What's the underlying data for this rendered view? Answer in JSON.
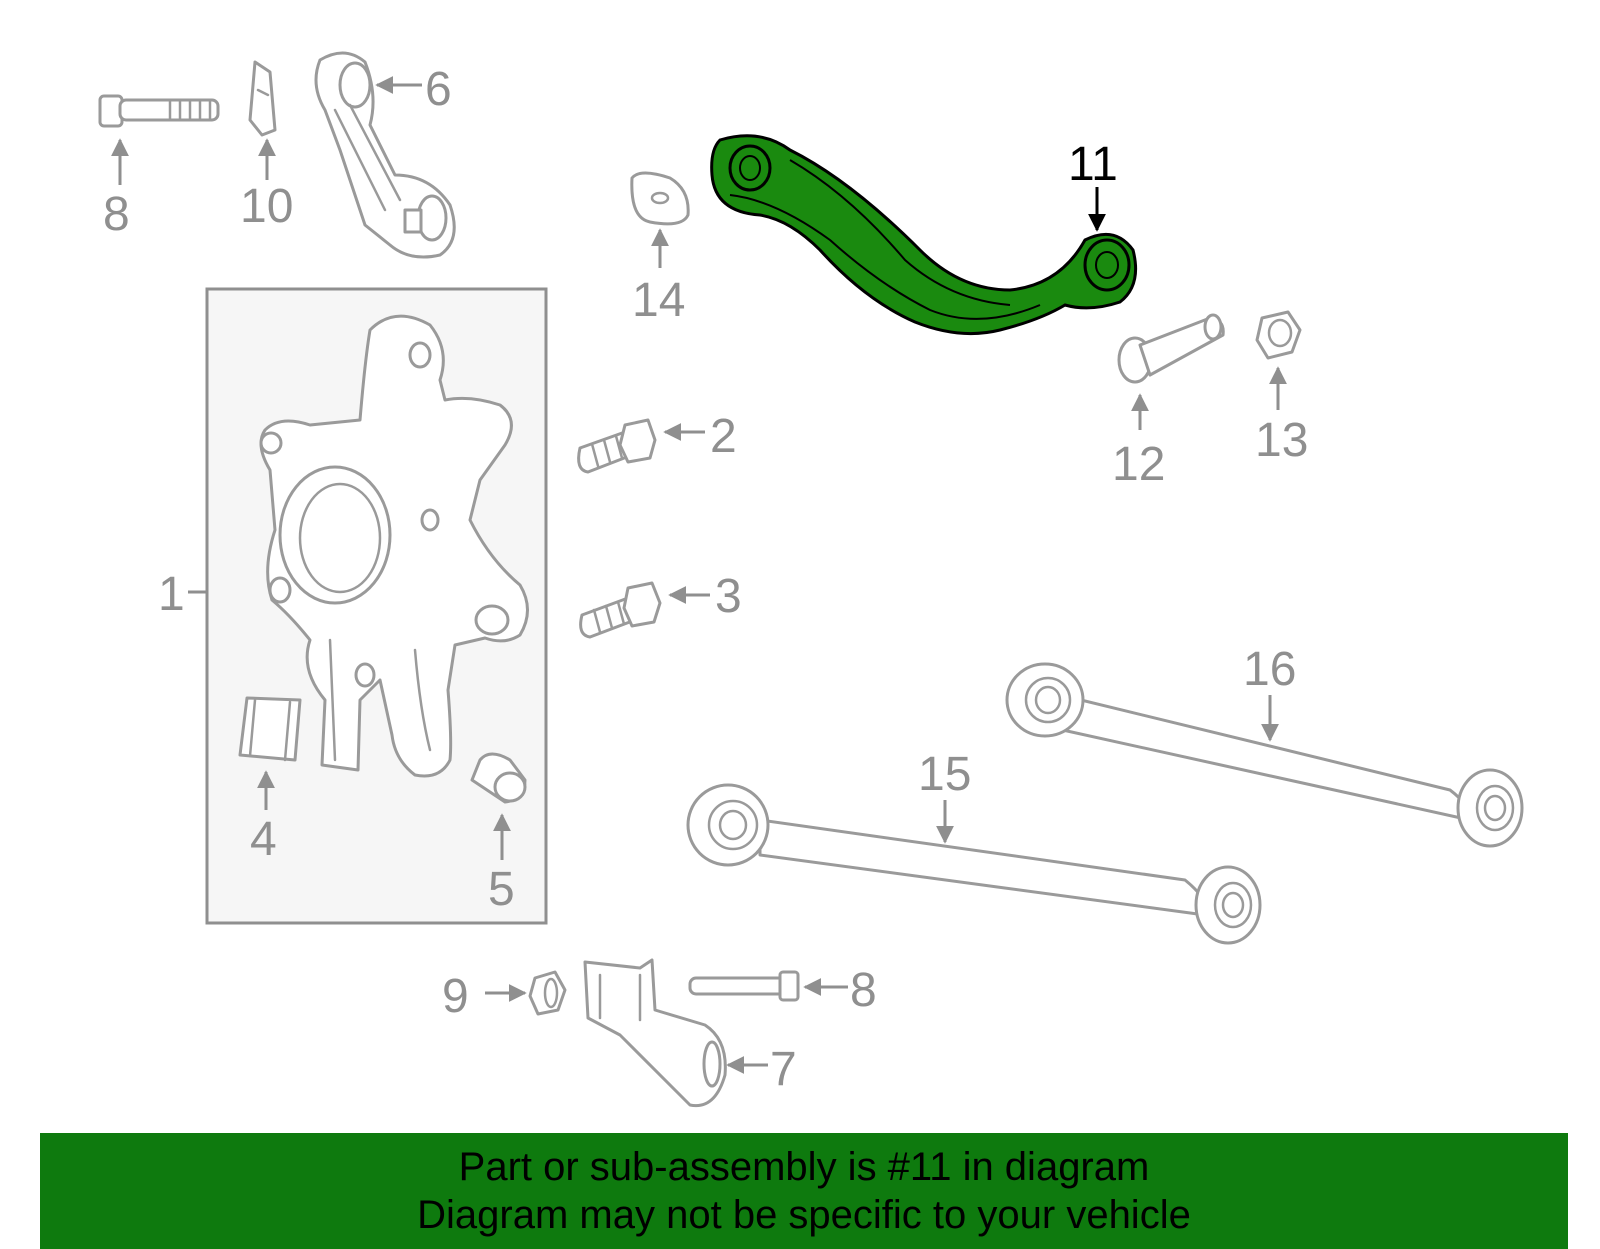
{
  "highlight_part": "11",
  "colors": {
    "highlight": "#0e7a0e",
    "highlight_fill": "#1a8a0f",
    "line": "#9a9a9a",
    "label": "#8f8f8f",
    "box_fill": "#f6f6f6",
    "banner": "#0e7a0e"
  },
  "callouts": {
    "c1": "1",
    "c2": "2",
    "c3": "3",
    "c4": "4",
    "c5": "5",
    "c6": "6",
    "c7": "7",
    "c8a": "8",
    "c8b": "8",
    "c9": "9",
    "c10": "10",
    "c11": "11",
    "c12": "12",
    "c13": "13",
    "c14": "14",
    "c15": "15",
    "c16": "16"
  },
  "banner": {
    "line1": "Part or sub-assembly is #11 in diagram",
    "line2": "Diagram may not be specific to your vehicle"
  }
}
